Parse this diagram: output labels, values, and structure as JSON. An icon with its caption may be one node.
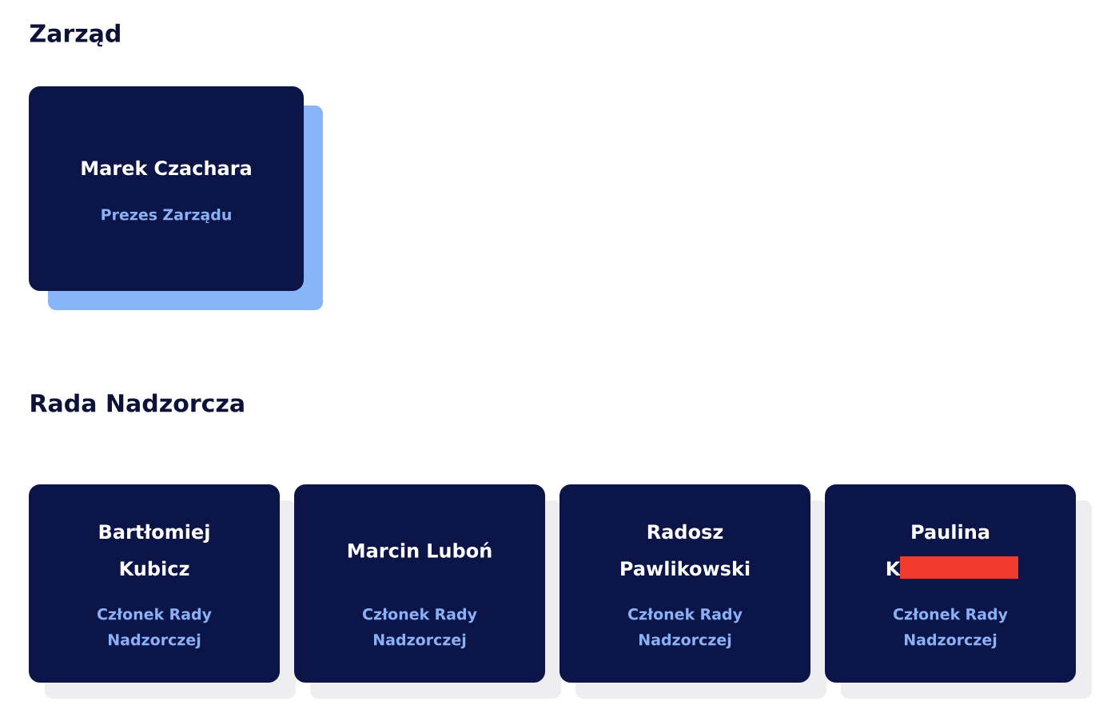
{
  "diagram": {
    "nodes": [
      {
        "text": [
          "Marek Czachara",
          "Prezes Zarządu"
        ]
      },
      {
        "text": [
          "Bartłomiej Kubicz",
          "Członek Rady Nadzorczej"
        ]
      },
      {
        "text": [
          "Marcin Luboń",
          "Członek Rady Nadzorczej"
        ]
      },
      {
        "text": [
          "Radosz Pawlikowski",
          "Członek Rady Nadzorczej"
        ]
      },
      {
        "text": [
          "Paulina K",
          "Członek Rady Nadzorczej"
        ]
      }
    ],
    "labels": [
      "Zarząd",
      "Rada Nadzorcza"
    ]
  }
}
